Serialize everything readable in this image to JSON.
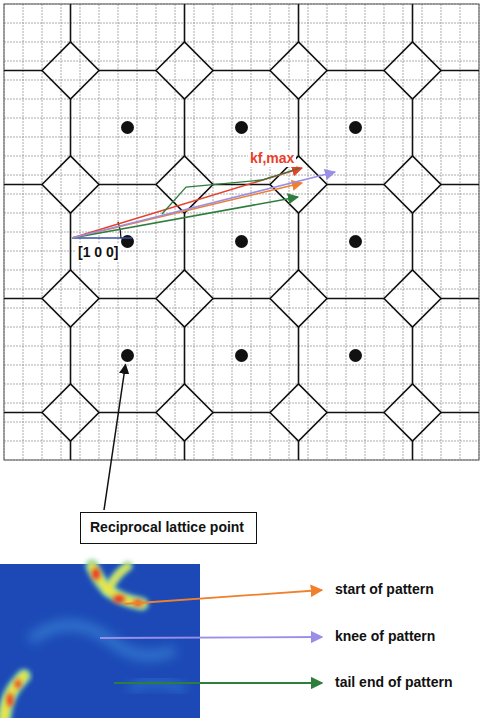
{
  "diagram": {
    "nodes": [
      {
        "text": [
          "Reciprocal lattice point"
        ]
      }
    ],
    "labels": [
      "kf,max",
      "[1 0 0]",
      "start of pattern",
      "knee of pattern",
      "tail end of pattern"
    ]
  }
}
